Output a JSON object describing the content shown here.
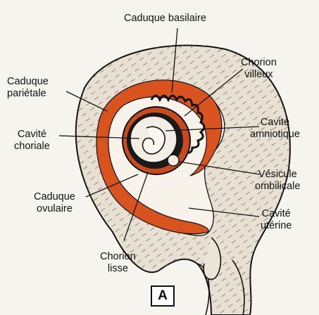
{
  "figure": {
    "colors": {
      "background": "#f6f4ef",
      "decidua": "#e8e1d3",
      "decidua_lines": "#8a8070",
      "chorion_orange": "#d9531f",
      "chorion_dark": "#b8441a",
      "cavity": "#f7f3ea",
      "outline": "#111111"
    },
    "panel_letter": "A",
    "labels": {
      "caduque_basilaire": "Caduque basilaire",
      "chorion_villeux": "Chorion\nvilleux",
      "caduque_parietale": "Caduque\npariétale",
      "cavite_amniotique": "Cavité\namniotique",
      "cavite_choriale": "Cavité\nchoriale",
      "vesicule_ombilicale": "Vésicule\nombilicale",
      "caduque_ovulaire": "Caduque\novulaire",
      "cavite_uterine": "Cavité\nutérine",
      "chorion_lisse": "Chorion\nlisse"
    }
  }
}
